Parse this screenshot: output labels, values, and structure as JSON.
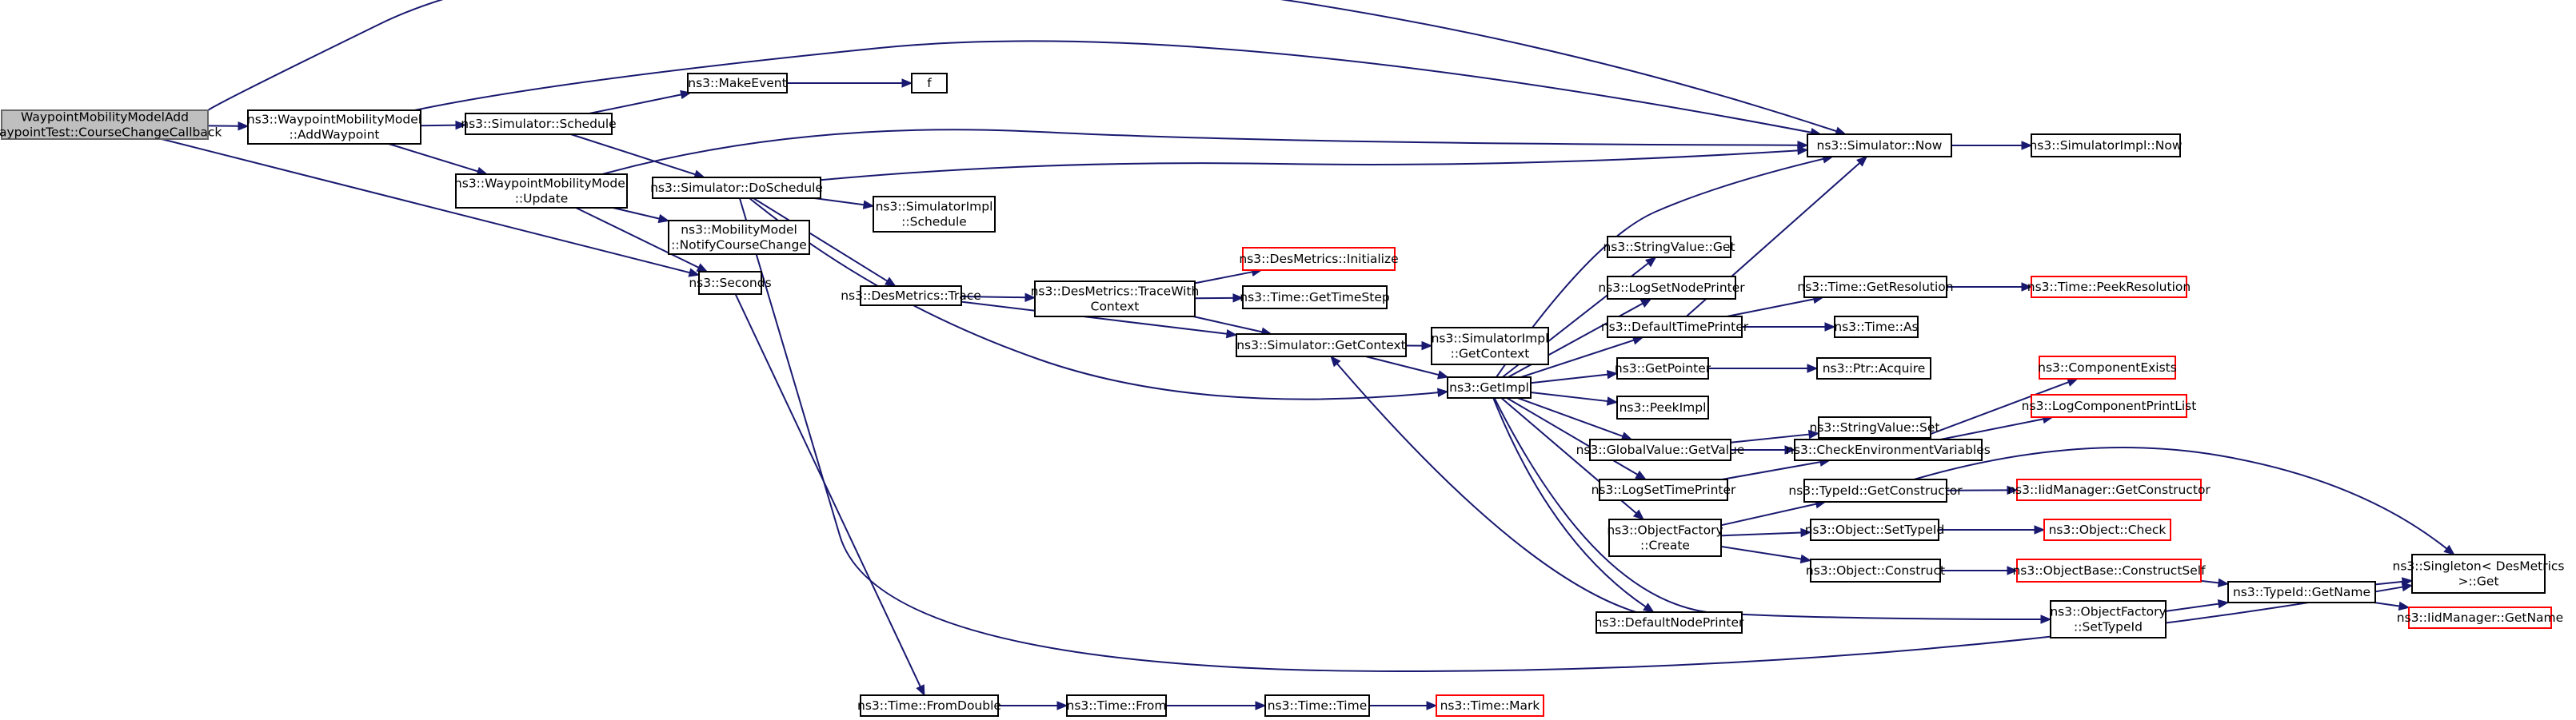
{
  "graph": {
    "colors": {
      "edge": "#191970",
      "node_border": "#000000",
      "truncated_border": "#ff0000",
      "root_fill": "#bfbfbf"
    },
    "nodes": [
      {
        "id": "root",
        "lines": [
          "WaypointMobilityModelAdd",
          "WaypointTest::CourseChangeCallback"
        ],
        "root": true
      },
      {
        "id": "addwaypoint",
        "lines": [
          "ns3::WaypointMobilityModel",
          "::AddWaypoint"
        ]
      },
      {
        "id": "schedule",
        "lines": [
          "ns3::Simulator::Schedule"
        ]
      },
      {
        "id": "makeevent",
        "lines": [
          "ns3::MakeEvent"
        ]
      },
      {
        "id": "f",
        "lines": [
          "f"
        ]
      },
      {
        "id": "now",
        "lines": [
          "ns3::Simulator::Now"
        ]
      },
      {
        "id": "implnow",
        "lines": [
          "ns3::SimulatorImpl::Now"
        ]
      },
      {
        "id": "update",
        "lines": [
          "ns3::WaypointMobilityModel",
          "::Update"
        ]
      },
      {
        "id": "doschedule",
        "lines": [
          "ns3::Simulator::DoSchedule"
        ]
      },
      {
        "id": "implschedule",
        "lines": [
          "ns3::SimulatorImpl",
          "::Schedule"
        ]
      },
      {
        "id": "notify",
        "lines": [
          "ns3::MobilityModel",
          "::NotifyCourseChange"
        ]
      },
      {
        "id": "seconds",
        "lines": [
          "ns3::Seconds"
        ]
      },
      {
        "id": "trace",
        "lines": [
          "ns3::DesMetrics::Trace"
        ]
      },
      {
        "id": "tracewith",
        "lines": [
          "ns3::DesMetrics::TraceWith",
          "Context"
        ]
      },
      {
        "id": "desinit",
        "lines": [
          "ns3::DesMetrics::Initialize"
        ],
        "truncated": true
      },
      {
        "id": "gettimestep",
        "lines": [
          "ns3::Time::GetTimeStep"
        ]
      },
      {
        "id": "getcontext",
        "lines": [
          "ns3::Simulator::GetContext"
        ]
      },
      {
        "id": "implgetcontext",
        "lines": [
          "ns3::SimulatorImpl",
          "::GetContext"
        ]
      },
      {
        "id": "getimpl",
        "lines": [
          "ns3::GetImpl"
        ]
      },
      {
        "id": "stringget",
        "lines": [
          "ns3::StringValue::Get"
        ]
      },
      {
        "id": "logsetnode",
        "lines": [
          "ns3::LogSetNodePrinter"
        ]
      },
      {
        "id": "defaulttime",
        "lines": [
          "ns3::DefaultTimePrinter"
        ]
      },
      {
        "id": "getresolution",
        "lines": [
          "ns3::Time::GetResolution"
        ]
      },
      {
        "id": "peekresolution",
        "lines": [
          "ns3::Time::PeekResolution"
        ],
        "truncated": true
      },
      {
        "id": "timeas",
        "lines": [
          "ns3::Time::As"
        ]
      },
      {
        "id": "getpointer",
        "lines": [
          "ns3::GetPointer"
        ]
      },
      {
        "id": "ptracquire",
        "lines": [
          "ns3::Ptr::Acquire"
        ]
      },
      {
        "id": "peekimpl",
        "lines": [
          "ns3::PeekImpl"
        ]
      },
      {
        "id": "componentexists",
        "lines": [
          "ns3::ComponentExists"
        ],
        "truncated": true
      },
      {
        "id": "logcomponentprintlist",
        "lines": [
          "ns3::LogComponentPrintList"
        ],
        "truncated": true
      },
      {
        "id": "stringset",
        "lines": [
          "ns3::StringValue::Set"
        ]
      },
      {
        "id": "globalget",
        "lines": [
          "ns3::GlobalValue::GetValue"
        ]
      },
      {
        "id": "checkenv",
        "lines": [
          "ns3::CheckEnvironmentVariables"
        ]
      },
      {
        "id": "logsettime",
        "lines": [
          "ns3::LogSetTimePrinter"
        ]
      },
      {
        "id": "getconstructor",
        "lines": [
          "ns3::TypeId::GetConstructor"
        ]
      },
      {
        "id": "iidgetconstructor",
        "lines": [
          "ns3::IidManager::GetConstructor"
        ],
        "truncated": true
      },
      {
        "id": "ofcreate",
        "lines": [
          "ns3::ObjectFactory",
          "::Create"
        ]
      },
      {
        "id": "objsettypeid",
        "lines": [
          "ns3::Object::SetTypeId"
        ]
      },
      {
        "id": "objcheck",
        "lines": [
          "ns3::Object::Check"
        ],
        "truncated": true
      },
      {
        "id": "objconstruct",
        "lines": [
          "ns3::Object::Construct"
        ]
      },
      {
        "id": "constructself",
        "lines": [
          "ns3::ObjectBase::ConstructSelf"
        ],
        "truncated": true
      },
      {
        "id": "singleton",
        "lines": [
          "ns3::Singleton< DesMetrics",
          " >::Get"
        ]
      },
      {
        "id": "typegetname",
        "lines": [
          "ns3::TypeId::GetName"
        ]
      },
      {
        "id": "iidgetname",
        "lines": [
          "ns3::IidManager::GetName"
        ],
        "truncated": true
      },
      {
        "id": "ofsettypeid",
        "lines": [
          "ns3::ObjectFactory",
          "::SetTypeId"
        ]
      },
      {
        "id": "defaultnode",
        "lines": [
          "ns3::DefaultNodePrinter"
        ]
      },
      {
        "id": "fromdouble",
        "lines": [
          "ns3::Time::FromDouble"
        ]
      },
      {
        "id": "timefrom",
        "lines": [
          "ns3::Time::From"
        ]
      },
      {
        "id": "timetime",
        "lines": [
          "ns3::Time::Time"
        ]
      },
      {
        "id": "timemark",
        "lines": [
          "ns3::Time::Mark"
        ],
        "truncated": true
      }
    ],
    "edges": [
      [
        "root",
        "addwaypoint"
      ],
      [
        "root",
        "now"
      ],
      [
        "root",
        "seconds"
      ],
      [
        "addwaypoint",
        "schedule"
      ],
      [
        "addwaypoint",
        "now"
      ],
      [
        "addwaypoint",
        "update"
      ],
      [
        "schedule",
        "makeevent"
      ],
      [
        "schedule",
        "doschedule"
      ],
      [
        "makeevent",
        "f"
      ],
      [
        "now",
        "implnow"
      ],
      [
        "update",
        "now"
      ],
      [
        "update",
        "notify"
      ],
      [
        "update",
        "seconds"
      ],
      [
        "doschedule",
        "now"
      ],
      [
        "doschedule",
        "implschedule"
      ],
      [
        "doschedule",
        "trace"
      ],
      [
        "doschedule",
        "getimpl"
      ],
      [
        "doschedule",
        "singleton"
      ],
      [
        "seconds",
        "fromdouble"
      ],
      [
        "trace",
        "tracewith"
      ],
      [
        "trace",
        "getcontext"
      ],
      [
        "tracewith",
        "desinit"
      ],
      [
        "tracewith",
        "gettimestep"
      ],
      [
        "tracewith",
        "getcontext"
      ],
      [
        "getcontext",
        "implgetcontext"
      ],
      [
        "getcontext",
        "getimpl"
      ],
      [
        "getimpl",
        "now"
      ],
      [
        "getimpl",
        "stringget"
      ],
      [
        "getimpl",
        "logsetnode"
      ],
      [
        "getimpl",
        "defaulttime"
      ],
      [
        "getimpl",
        "getpointer"
      ],
      [
        "getimpl",
        "peekimpl"
      ],
      [
        "getimpl",
        "globalget"
      ],
      [
        "getimpl",
        "logsettime"
      ],
      [
        "getimpl",
        "ofcreate"
      ],
      [
        "getimpl",
        "defaultnode"
      ],
      [
        "getimpl",
        "ofsettypeid"
      ],
      [
        "defaultnode",
        "getcontext"
      ],
      [
        "defaulttime",
        "now"
      ],
      [
        "defaulttime",
        "getresolution"
      ],
      [
        "defaulttime",
        "timeas"
      ],
      [
        "getresolution",
        "peekresolution"
      ],
      [
        "getpointer",
        "ptracquire"
      ],
      [
        "globalget",
        "stringset"
      ],
      [
        "globalget",
        "checkenv"
      ],
      [
        "checkenv",
        "componentexists"
      ],
      [
        "checkenv",
        "logcomponentprintlist"
      ],
      [
        "logsettime",
        "checkenv"
      ],
      [
        "ofcreate",
        "getconstructor"
      ],
      [
        "ofcreate",
        "objsettypeid"
      ],
      [
        "ofcreate",
        "objconstruct"
      ],
      [
        "getconstructor",
        "iidgetconstructor"
      ],
      [
        "getconstructor",
        "singleton"
      ],
      [
        "objsettypeid",
        "objcheck"
      ],
      [
        "objconstruct",
        "constructself"
      ],
      [
        "constructself",
        "typegetname"
      ],
      [
        "ofsettypeid",
        "typegetname"
      ],
      [
        "typegetname",
        "singleton"
      ],
      [
        "typegetname",
        "iidgetname"
      ],
      [
        "fromdouble",
        "timefrom"
      ],
      [
        "timefrom",
        "timetime"
      ],
      [
        "timetime",
        "timemark"
      ]
    ]
  }
}
